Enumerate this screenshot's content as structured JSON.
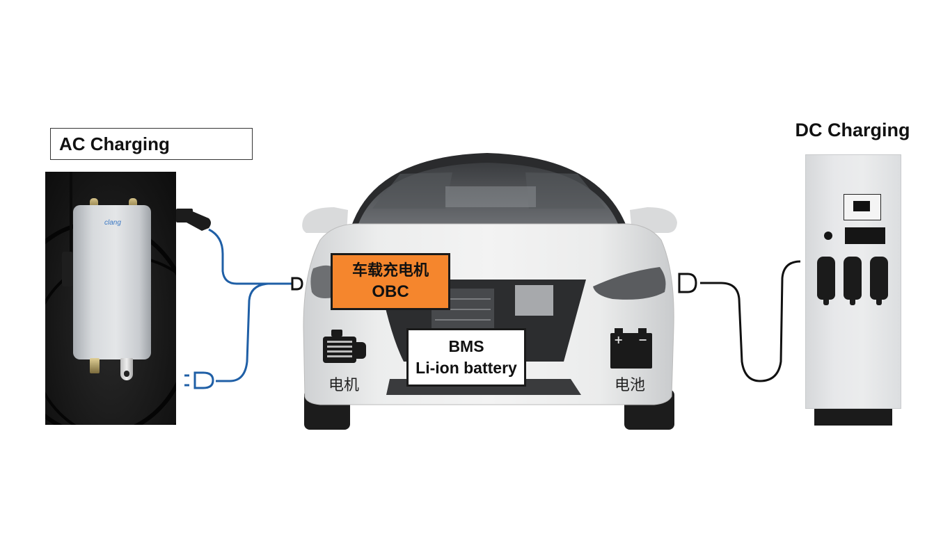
{
  "ac_section": {
    "title": "AC Charging",
    "charger_brand_text": "clang"
  },
  "dc_section": {
    "title": "DC Charging"
  },
  "vehicle": {
    "obc_label_cn": "车载充电机",
    "obc_label_en": "OBC",
    "bms_label": "BMS",
    "battery_pack_label": "Li-ion battery",
    "motor_label_cn": "电机",
    "battery_label_cn": "电池"
  },
  "colors": {
    "obc_fill": "#f5862d",
    "ac_cable": "#1f5fa6",
    "dc_cable": "#111111",
    "background": "#ffffff"
  },
  "icons": [
    "motor-icon",
    "battery-icon",
    "ac-plug-icon",
    "ac-inlet-icon",
    "dc-inlet-icon",
    "dc-connector-icon"
  ]
}
